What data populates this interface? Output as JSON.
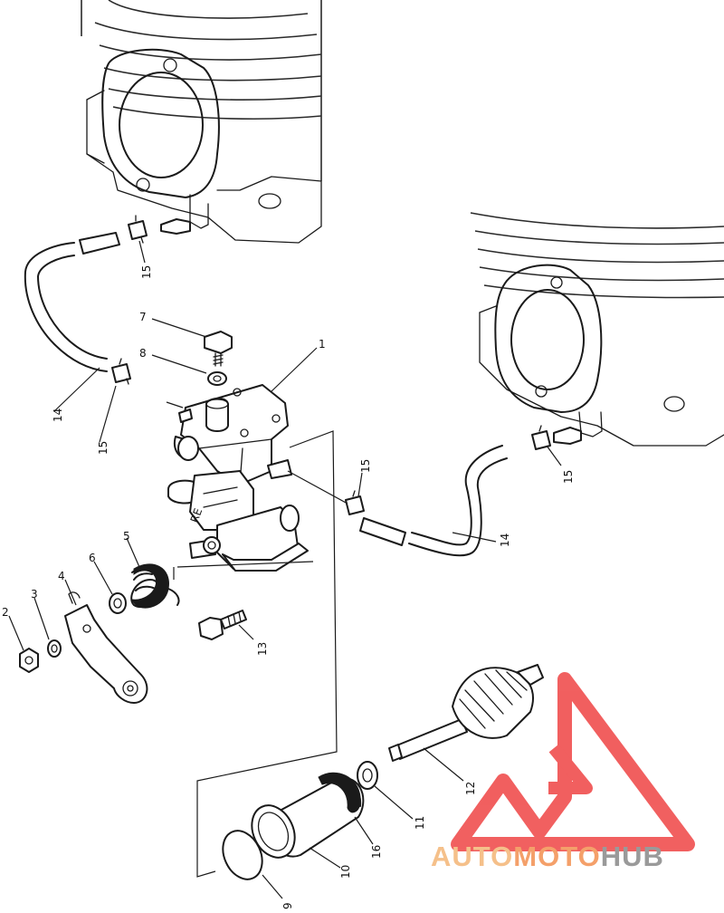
{
  "callouts": {
    "c1": "1",
    "c2": "2",
    "c3": "3",
    "c4": "4",
    "c5": "5",
    "c6": "6",
    "c7": "7",
    "c8": "8",
    "c9": "9",
    "c10": "10",
    "c11": "11",
    "c12": "12",
    "c13": "13",
    "c14a": "14",
    "c14b": "14",
    "c15a": "15",
    "c15b": "15",
    "c15c": "15",
    "c15d": "15",
    "c16": "16"
  },
  "watermark": {
    "part1": "AUTO",
    "part2": "MOTO",
    "part3": "HUB",
    "color_light": "#f5c08a",
    "color_mid": "#f4a06a",
    "color_dark": "#9a9a9a",
    "logo_color": "#ef4444"
  }
}
